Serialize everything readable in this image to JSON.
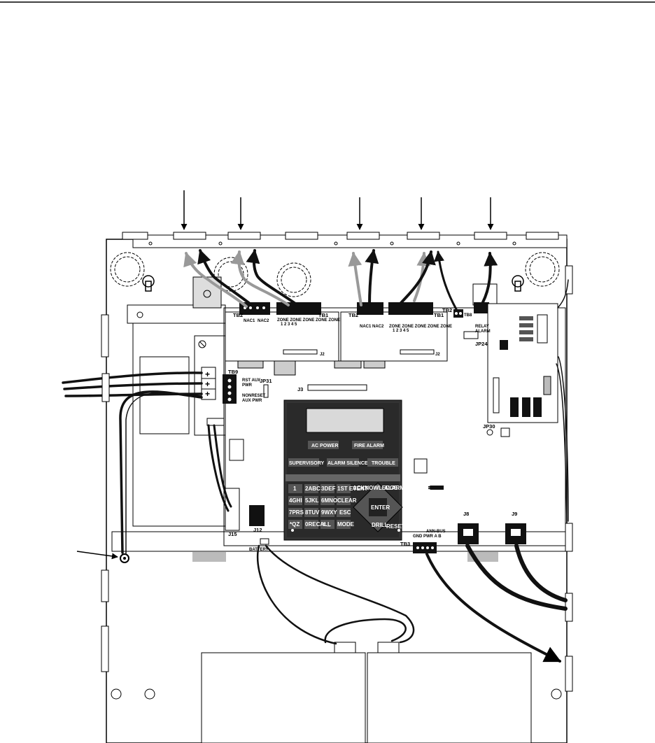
{
  "diagram": {
    "board_labels": {
      "tb2_left": "TB2",
      "nac1_left": "NAC1",
      "nac2_left": "NAC2",
      "tb1_left": "TB1",
      "zones_left": "ZONE ZONE ZONE ZONE ZONE",
      "zone_nums_left": "1 2 3 4 5",
      "j2_left": "J2",
      "tb2_mid": "TB2",
      "nac1_mid": "NAC1",
      "nac2_mid": "NAC2",
      "tb1_mid": "TB1",
      "zones_mid": "ZONE ZONE ZONE ZONE ZONE",
      "zone_nums_mid": "1 2 3 4 5",
      "j2_mid": "J2",
      "tb2_right": "TB2",
      "tb8": "TB8",
      "relay": "RELAY",
      "alarm": "ALARM",
      "jp24": "JP24",
      "jp30": "JP30",
      "tb9": "TB9",
      "jp31": "JP31",
      "rst_aux_1": "RST AUX",
      "rst_aux_2": "PWR",
      "nonreset_1": "NONRESET",
      "nonreset_2": "AUX PWR",
      "j3": "J3",
      "j15": "J15",
      "j12": "J12",
      "battery": "BATTERY",
      "tb3": "TB3",
      "ann_bus": "ANN-BUS",
      "ann_pins": "GND PWR A  B",
      "j8": "J8",
      "j9": "J9"
    },
    "keypad": {
      "leds": [
        "AC POWER",
        "FIRE ALARM",
        "SUPERVISORY",
        "ALARM SILENCED",
        "TROUBLE"
      ],
      "keys": [
        [
          "1",
          "2ABC",
          "3DEF",
          "1ST EVENT"
        ],
        [
          "4GHI",
          "5JKL",
          "6MNO",
          "CLEAR"
        ],
        [
          "7PRS",
          "8TUV",
          "9WXY",
          "ESC"
        ],
        [
          "*QZ",
          "0RECALL",
          "#._",
          "MODE"
        ]
      ],
      "side_keys": [
        "ACKNOWLEDGE",
        "ALARM SILENCE",
        "ENTER",
        "DRILL",
        "RESET"
      ]
    }
  }
}
